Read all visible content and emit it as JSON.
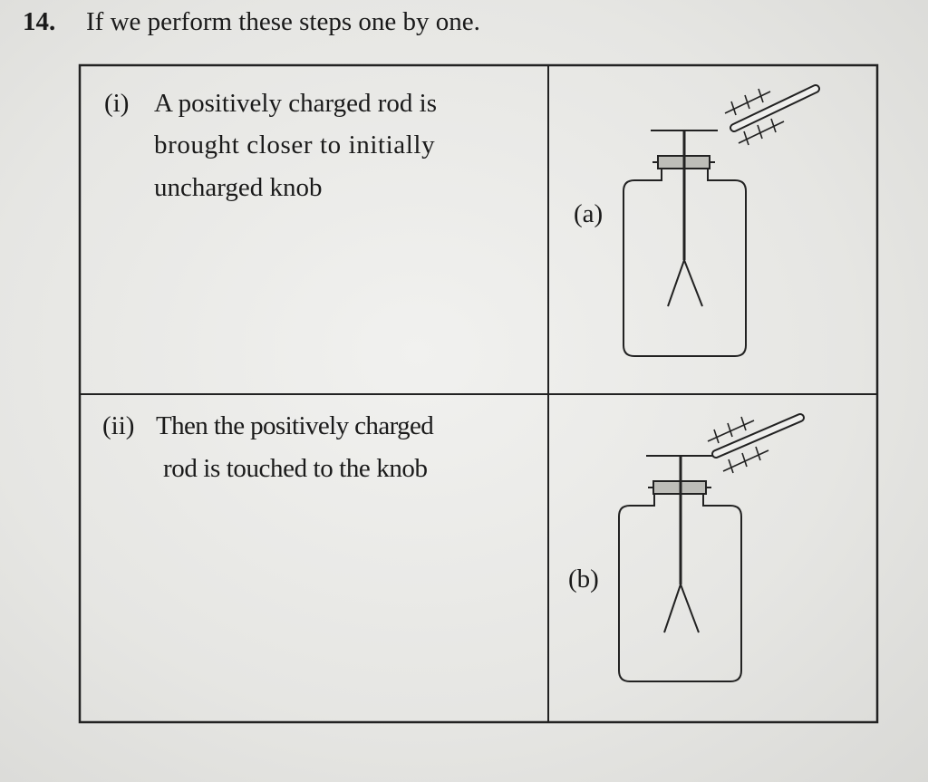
{
  "question": {
    "number": "14.",
    "text": "If we perform these steps one by one."
  },
  "steps": [
    {
      "marker": "(i)",
      "lines": [
        "A positively charged rod is",
        "brought closer to initially",
        "uncharged knob"
      ],
      "figure_label": "(a)"
    },
    {
      "marker": "(ii)",
      "lines": [
        "Then the positively charged",
        "rod is touched to the knob"
      ],
      "figure_label": "(b)"
    }
  ],
  "figure_charge_sign": "+++"
}
